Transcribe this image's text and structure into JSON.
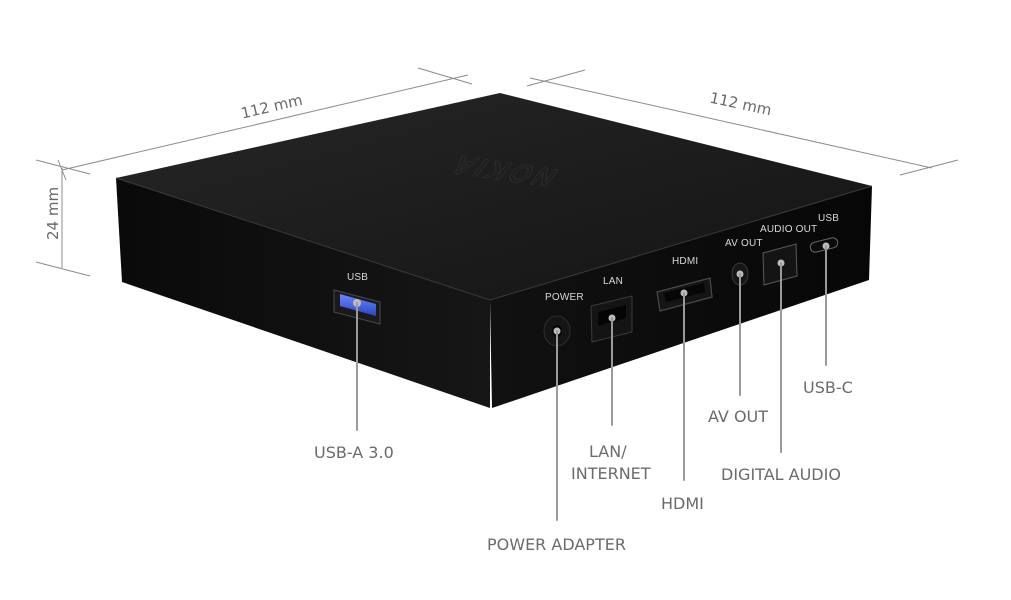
{
  "dimensions": {
    "width": "112 mm",
    "depth": "112 mm",
    "height": "24 mm"
  },
  "brand": "NOKIA",
  "port_labels": {
    "usb_front": "USB",
    "power": "POWER",
    "lan": "LAN",
    "hdmi": "HDMI",
    "av_out": "AV OUT",
    "audio_out": "AUDIO OUT",
    "usb_c": "USB"
  },
  "callouts": {
    "usb_a": "USB-A 3.0",
    "power_adapter": "POWER ADAPTER",
    "lan_line1": "LAN/",
    "lan_line2": "INTERNET",
    "hdmi": "HDMI",
    "av_out": "AV OUT",
    "digital_audio": "DIGITAL AUDIO",
    "usb_c": "USB-C"
  },
  "colors": {
    "device_top": "#1b1b1b",
    "device_front": "#0d0d0d",
    "usb_accent": "#3d5bd6",
    "leader_line": "#9a9a9a",
    "label_text": "#6b6b6b"
  }
}
